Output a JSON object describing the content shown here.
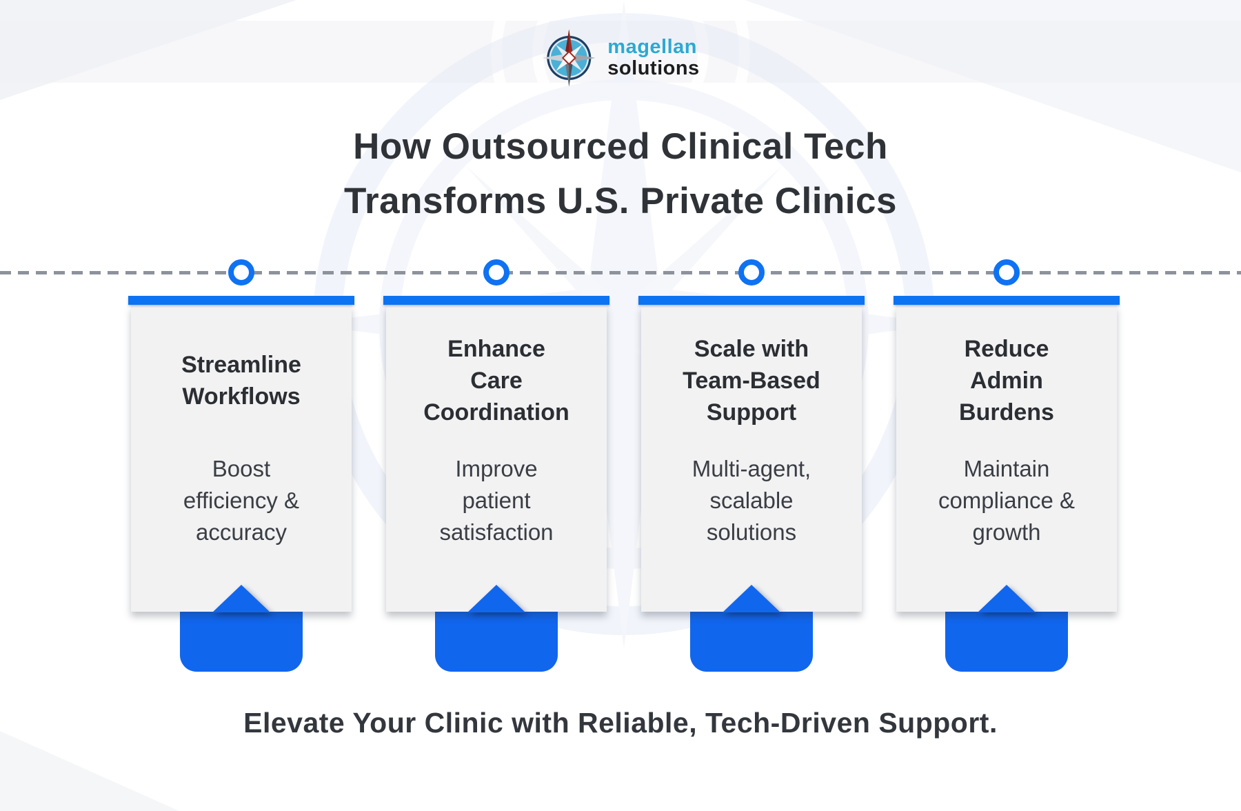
{
  "logo": {
    "brand_line1": "magellan",
    "brand_line2": "solutions",
    "icon": "compass-rose",
    "brand_color_cyan": "#2BA9D4",
    "brand_color_dark": "#1D1D1F"
  },
  "title": "How Outsourced Clinical Tech\nTransforms U.S. Private Clinics",
  "timeline": {
    "style": "dashed",
    "dash_color": "#8D929B",
    "node_color": "#0E72F3",
    "node_count": 4
  },
  "cards": [
    {
      "title": "Streamline\nWorkflows",
      "desc": "Boost\nefficiency &\naccuracy"
    },
    {
      "title": "Enhance\nCare\nCoordination",
      "desc": "Improve\npatient\nsatisfaction"
    },
    {
      "title": "Scale with\nTeam-Based\nSupport",
      "desc": "Multi-agent,\nscalable\nsolutions"
    },
    {
      "title": "Reduce\nAdmin\nBurdens",
      "desc": "Maintain\ncompliance &\ngrowth"
    }
  ],
  "footer": {
    "tagline": "Elevate Your Clinic with Reliable, Tech-Driven Support."
  },
  "colors": {
    "accent_blue": "#0C73F3",
    "ribbon_blue": "#1166EE",
    "card_background": "#F2F2F3",
    "dash_gray": "#8D929B",
    "title_text": "#2F3338",
    "watermark": "#EDF1F9"
  }
}
